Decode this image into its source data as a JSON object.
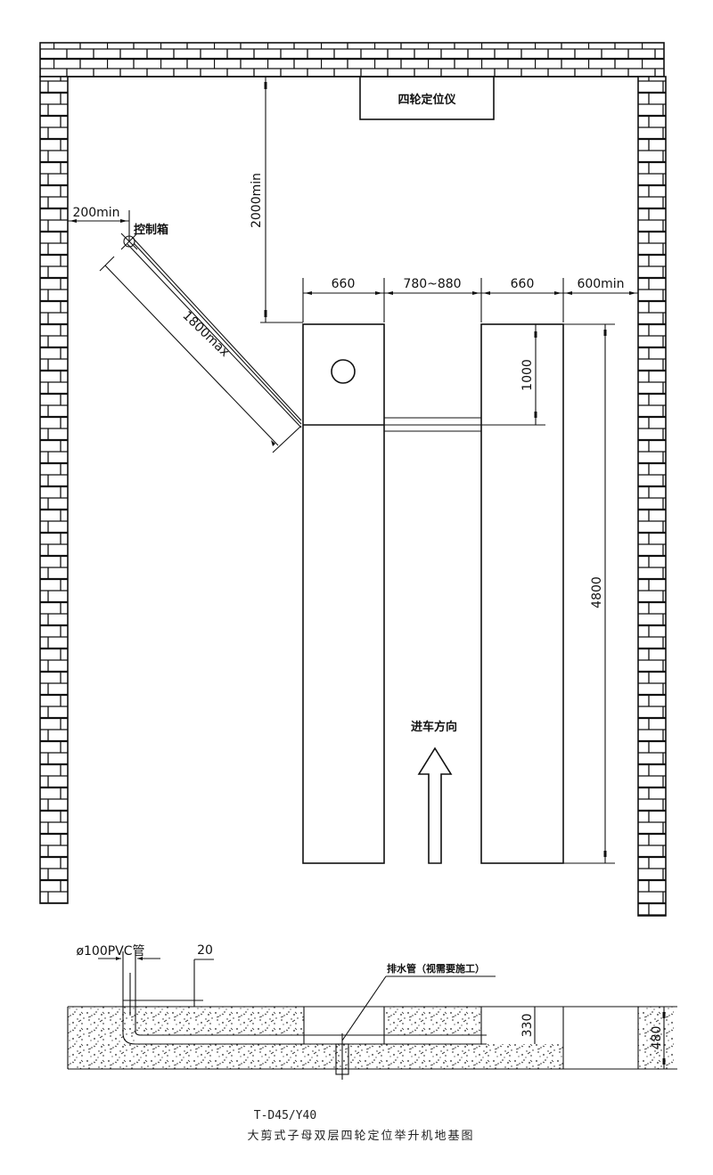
{
  "drawing": {
    "model": "T-D45/Y40",
    "title": "大剪式子母双层四轮定位举升机地基图",
    "wheel_aligner_label": "四轮定位仪",
    "control_box_label": "控制箱",
    "drive_direction_label": "进车方向"
  },
  "plan_dimensions": {
    "wall_clearance_left": "200min",
    "cable_length": "1800max",
    "front_clearance": "2000min",
    "platform_width_left": "660",
    "platform_gap": "780~880",
    "platform_width_right": "660",
    "side_clearance_right": "600min",
    "front_section_length": "1000",
    "total_length": "4800"
  },
  "section": {
    "pipe_label": "ø100PVC管",
    "pipe_offset": "20",
    "drain_label": "排水管（视需要施工）",
    "pit_depth": "330",
    "slab_depth": "480"
  },
  "colors": {
    "line": "#111111",
    "background": "#ffffff"
  }
}
